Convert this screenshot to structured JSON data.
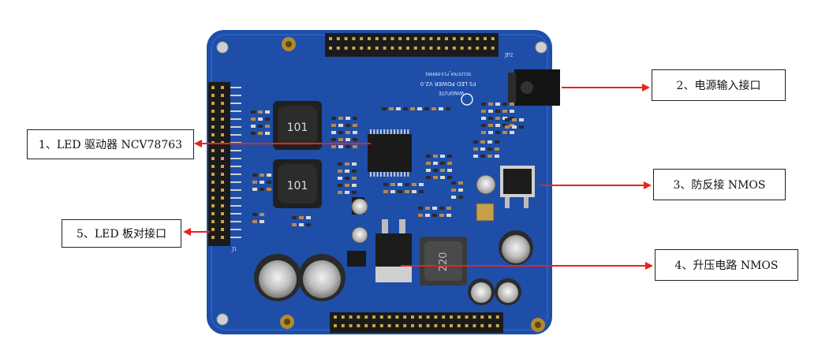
{
  "colors": {
    "pcb": "#1e4ea8",
    "pcb_dark": "#163d87",
    "arrow": "#e8231b",
    "label_border": "#222222"
  },
  "board": {
    "logo_text": "WINDFUTE",
    "silk_title": "FS LED POWER V2.0",
    "silk_code": "SS12576A_F13-E89991",
    "silk_top_header": "JP2",
    "silk_left_header": "J1",
    "inductor_marking": "101",
    "boost_inductor_marking": "220"
  },
  "callouts": [
    {
      "id": "led-driver",
      "text": "1、LED  驱动器 NCV78763"
    },
    {
      "id": "power-input",
      "text": "2、电源输入接口"
    },
    {
      "id": "reverse-protect",
      "text": "3、防反接 NMOS"
    },
    {
      "id": "boost-nmos",
      "text": "4、升压电路 NMOS"
    },
    {
      "id": "board-connector",
      "text": "5、LED 板对接口"
    }
  ]
}
